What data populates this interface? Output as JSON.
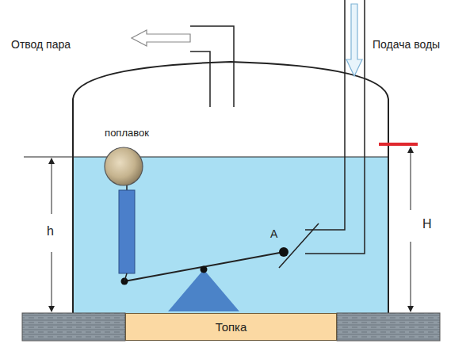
{
  "diagram": {
    "nodes": [
      {
        "text": [
          "поплавок"
        ]
      },
      {
        "text": [
          "Топка"
        ]
      }
    ],
    "labels": [
      "Отвод пара",
      "Подача воды",
      "h",
      "H",
      "A"
    ]
  }
}
